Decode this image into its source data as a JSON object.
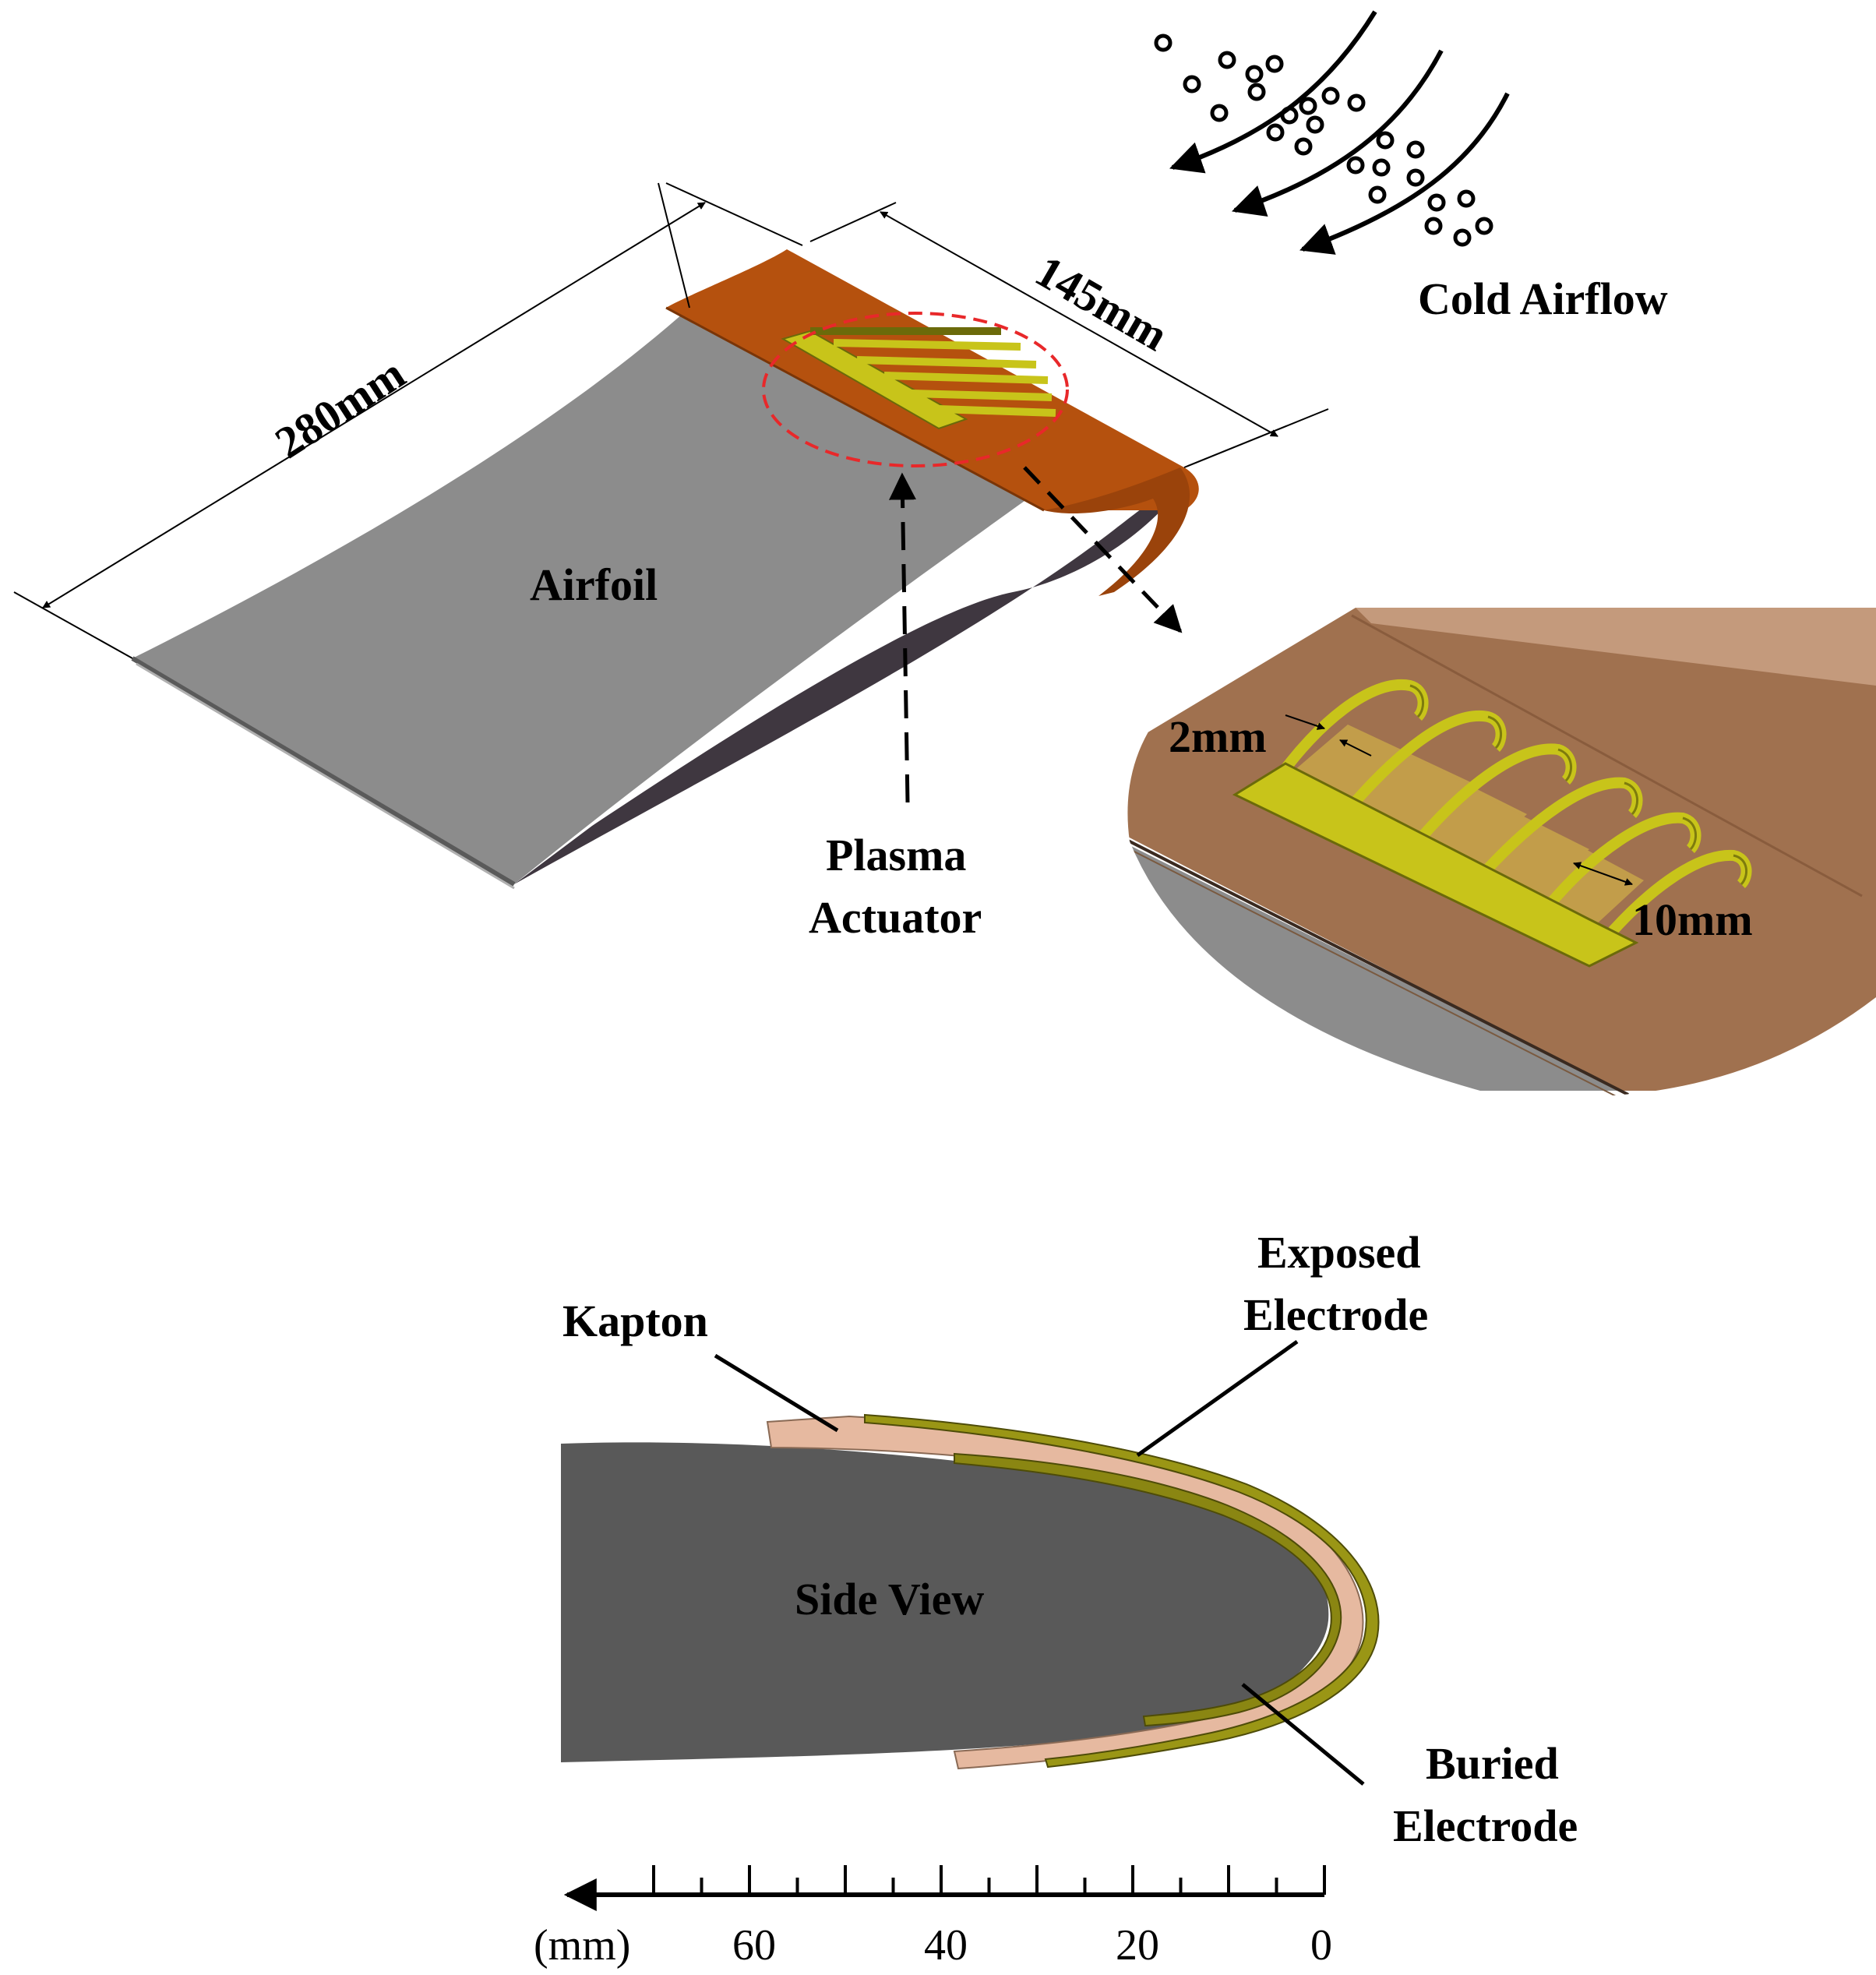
{
  "labels": {
    "span_dimension": "280mm",
    "actuator_dimension": "145mm",
    "airfoil": "Airfoil",
    "plasma_actuator_line1": "Plasma",
    "plasma_actuator_line2": "Actuator",
    "cold_airflow": "Cold Airflow",
    "finger_width": "2mm",
    "finger_spacing": "10mm",
    "kapton": "Kapton",
    "exposed_electrode_line1": "Exposed",
    "exposed_electrode_line2": "Electrode",
    "buried_electrode_line1": "Buried",
    "buried_electrode_line2": "Electrode",
    "side_view": "Side View"
  },
  "scale": {
    "unit_label": "(mm)",
    "tick_labels": [
      "60",
      "40",
      "20",
      "0"
    ]
  },
  "colors": {
    "airfoil_top": "#8c8c8c",
    "airfoil_side": "#3f3740",
    "kapton_orange": "#b5510e",
    "electrode_yellow": "#c8c41a",
    "zoom_copper": "#a0714f",
    "side_view_body": "#595959",
    "kapton_pink": "#e6b9a0",
    "electrode_olive": "#7d7a12",
    "highlight_red": "#e8282a"
  }
}
